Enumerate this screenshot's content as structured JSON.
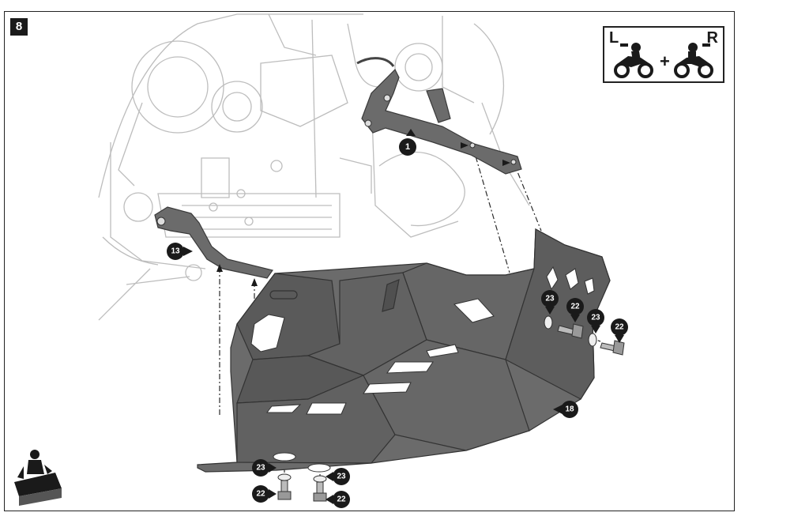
{
  "step": {
    "number": "8"
  },
  "side_indicator": {
    "left_label": "L",
    "right_label": "R",
    "plus": "+"
  },
  "callouts": [
    {
      "id": "c1",
      "label": "1"
    },
    {
      "id": "c13",
      "label": "13"
    },
    {
      "id": "c18",
      "label": "18"
    },
    {
      "id": "c23a",
      "label": "23"
    },
    {
      "id": "c22a",
      "label": "22"
    },
    {
      "id": "c23b",
      "label": "23"
    },
    {
      "id": "c22b",
      "label": "22"
    },
    {
      "id": "c23c",
      "label": "23"
    },
    {
      "id": "c23d",
      "label": "23"
    },
    {
      "id": "c22c",
      "label": "22"
    },
    {
      "id": "c22d",
      "label": "22"
    }
  ],
  "colors": {
    "part_fill": "#6b6b6b",
    "part_dark": "#4e4e4e",
    "line_art": "#bdbdbd",
    "callout": "#1a1a1a"
  },
  "icons": [
    "engine-line-art-icon",
    "motorcycle-left-icon",
    "motorcycle-right-icon",
    "mechanic-workstand-icon"
  ]
}
